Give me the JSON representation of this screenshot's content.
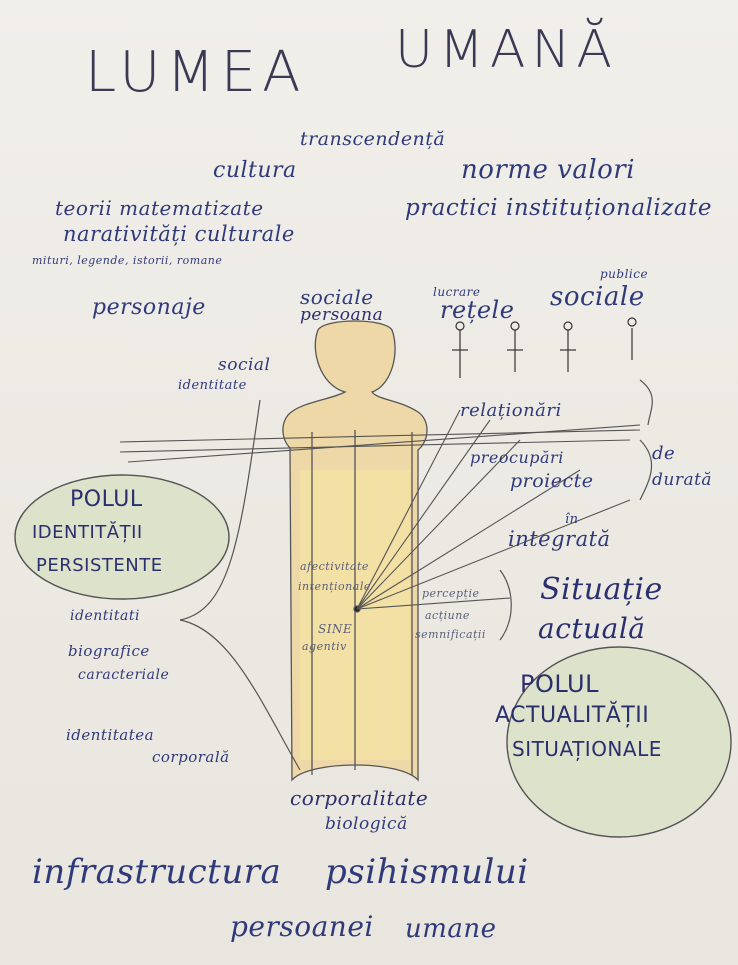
{
  "sketch": {
    "title_left": "LUMEA",
    "title_right": "UMANĂ",
    "top_labels": {
      "transcendenta": "transcendență",
      "cultura": "cultura",
      "norme_valori": "norme valori",
      "teorii": "teorii matematizate",
      "practici": "practici instituționalizate",
      "narativitati": "narativități culturale",
      "mituri": "mituri, legende, istorii, romane"
    },
    "row_labels": {
      "personaje": "personaje",
      "sociale": "sociale",
      "persoana": "persoana",
      "lucrare": "lucrare",
      "retele": "rețele",
      "publica": "publice",
      "sociale2": "sociale"
    },
    "left_labels": {
      "social": "social",
      "identitate": "identitate",
      "identitati": "identitati",
      "biografice": "biografice",
      "caracteriale": "caracteriale",
      "identitatea": "identitatea",
      "corporala": "corporală"
    },
    "right_labels": {
      "relationari": "relaționări",
      "preocupari": "preocupări",
      "proiecte": "proiecte",
      "de": "de",
      "durata": "durată",
      "in": "în",
      "integrata": "integrată",
      "situatie": "Situație",
      "actuala": "actuală"
    },
    "body_labels": {
      "afectivitate": "afectivitate",
      "intentionalitate": "intenționale",
      "perceptie": "percepție",
      "actiune": "acțiune",
      "semnificatie": "semnificații",
      "sine": "SINE",
      "agentiv": "agentiv"
    },
    "pole_left": {
      "line1": "POLUL",
      "line2": "IDENTITĂȚII",
      "line3": "PERSISTENTE"
    },
    "pole_right": {
      "line1": "POLUL",
      "line2": "ACTUALITĂȚII",
      "line3": "SITUAȚIONALE"
    },
    "bottom": {
      "corporalitate": "corporalitate",
      "biologica": "biologică",
      "infrastructura": "infrastructura",
      "psihismului": "psihismului",
      "persoanei": "persoanei",
      "umane": "umane"
    }
  },
  "colors": {
    "ink": "#2f3a7a",
    "pencil": "#3a3a55",
    "body_fill": "#f1d9a6",
    "body_yellow": "#f3ea9a",
    "pole_fill": "#d9e0c4"
  }
}
